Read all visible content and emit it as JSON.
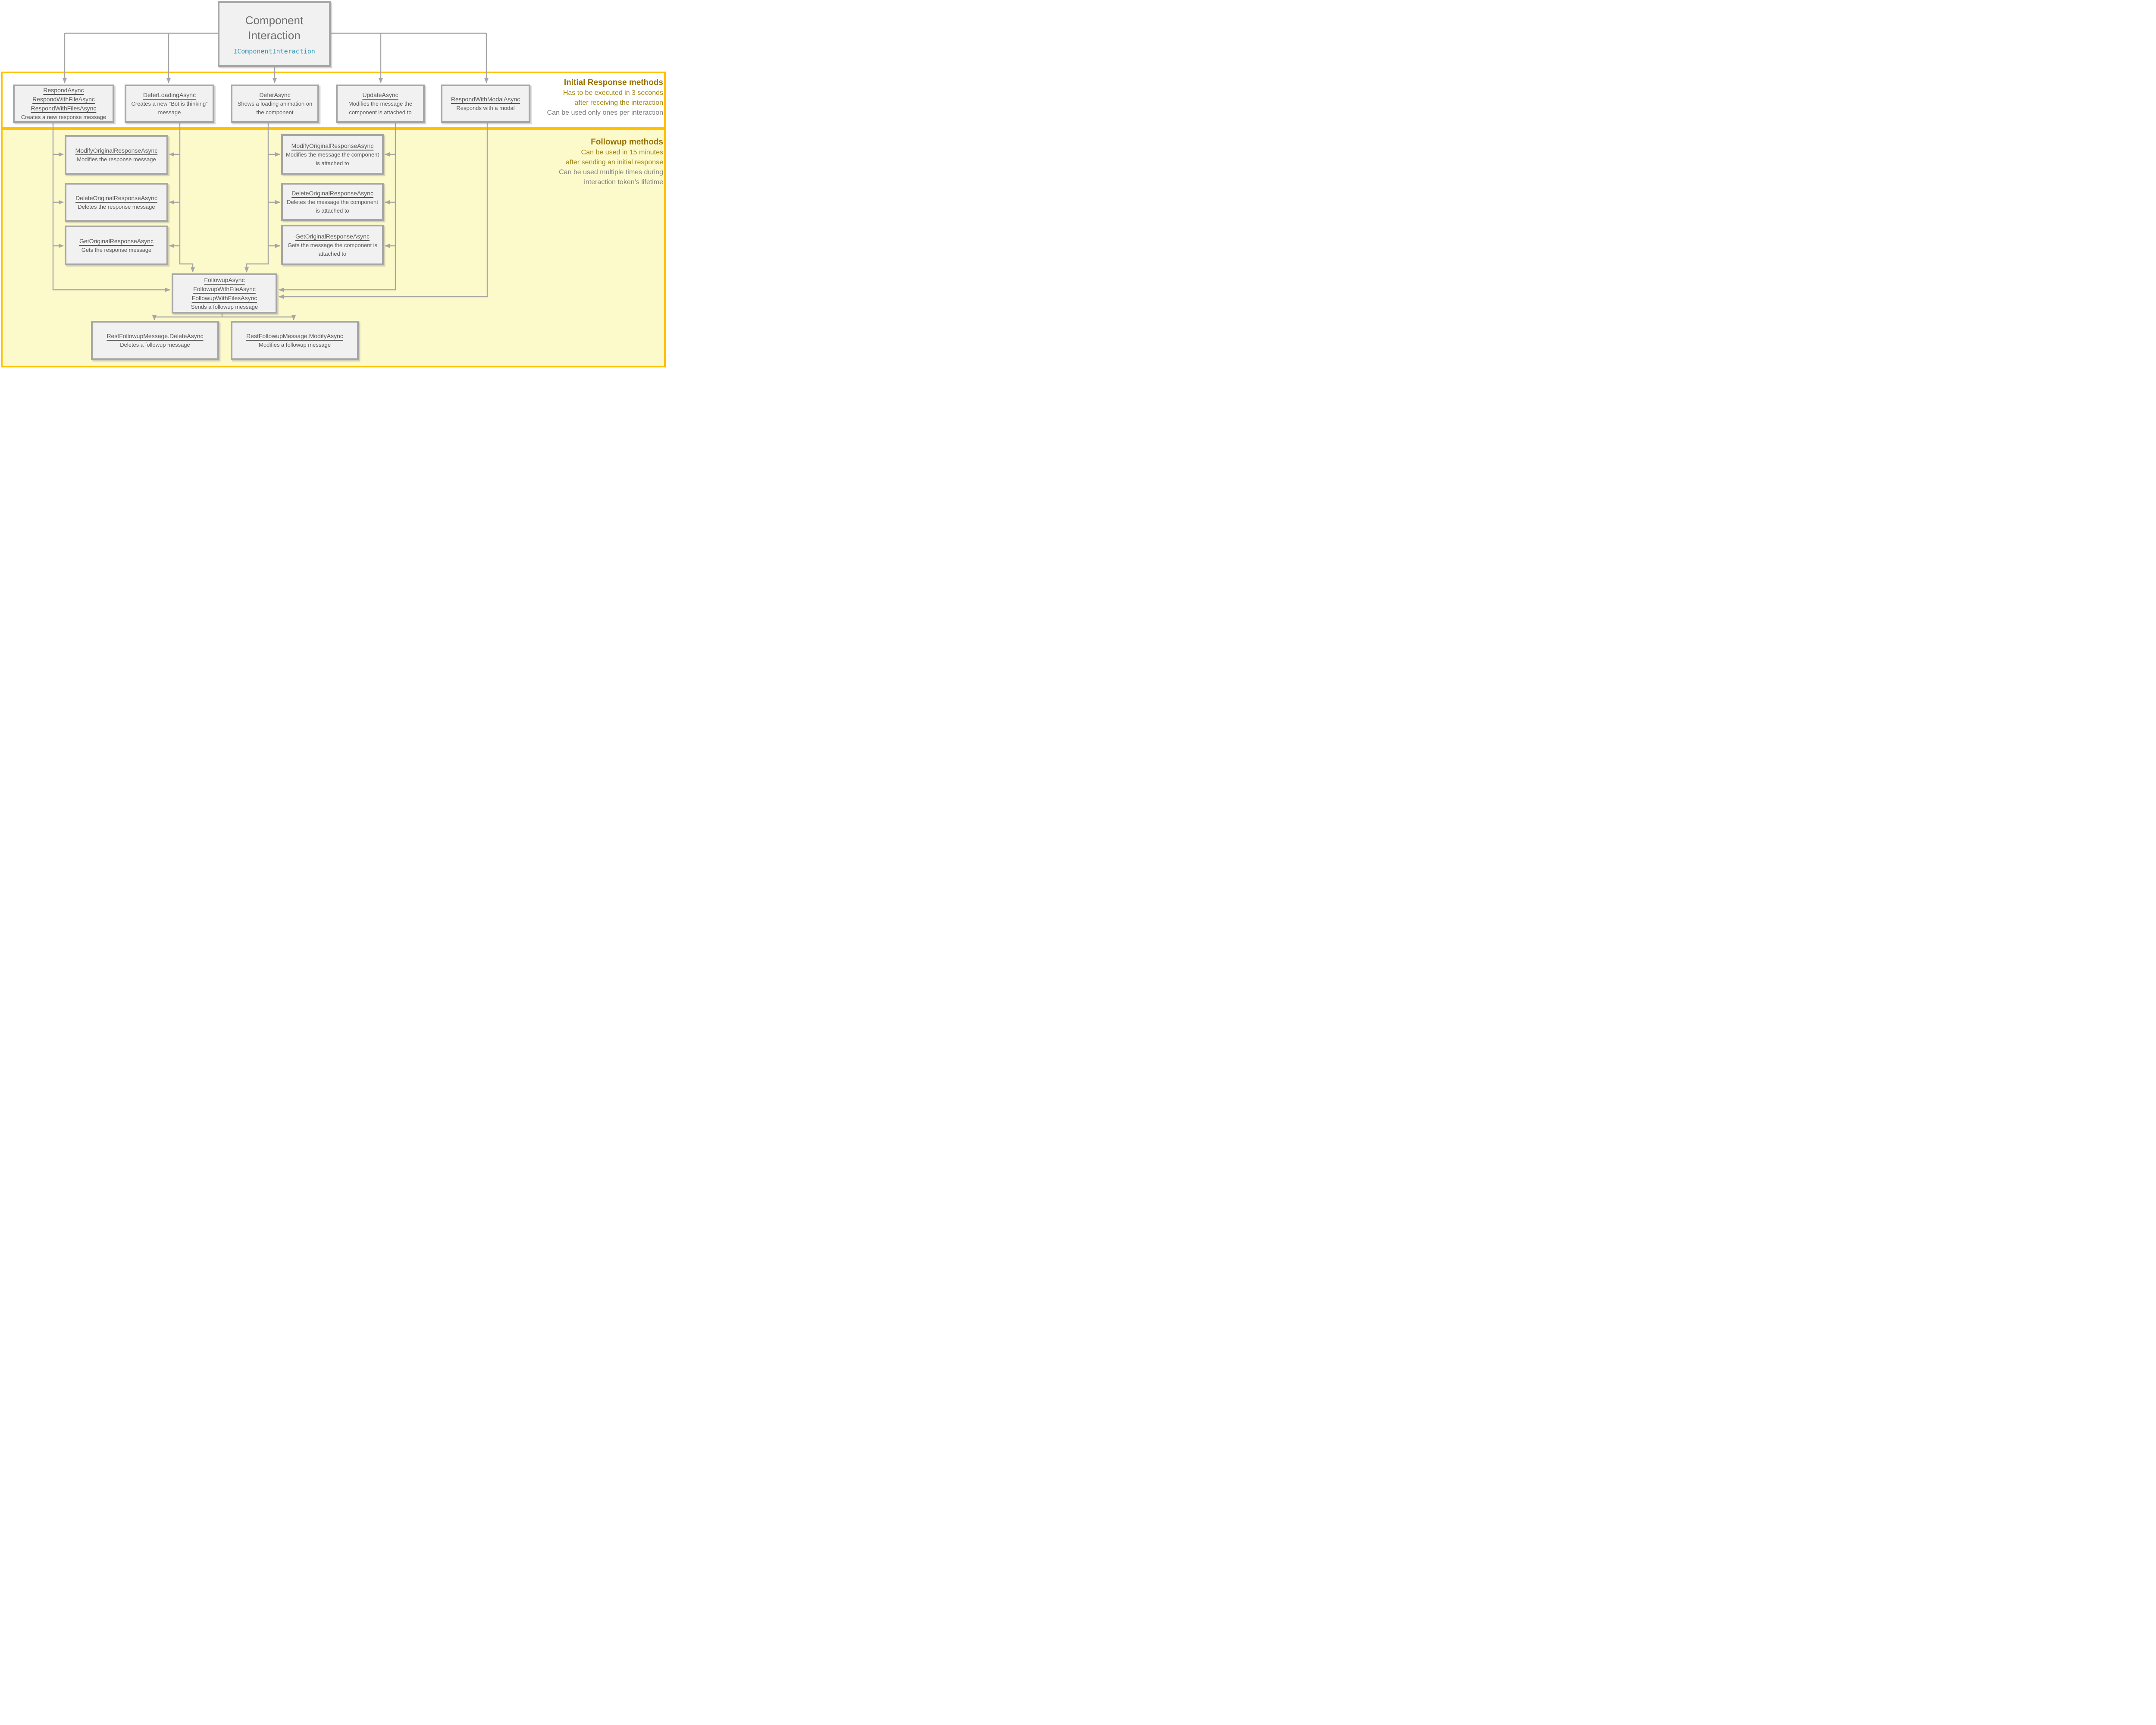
{
  "colors": {
    "gold_border": "#FFC000",
    "followup_bg": "#FCF9CB",
    "node_bg": "#F1F1F1",
    "node_border": "#A6A6A6",
    "connector": "#A6A6A6",
    "text_gray": "#595959",
    "title_gold": "#9A7200",
    "note_gold": "#A6850F",
    "note_gray": "#808080",
    "interface_teal": "#2B97B8"
  },
  "root_box": {
    "title_line1": "Component",
    "title_line2": "Interaction",
    "interface": "IComponentInteraction"
  },
  "sections": {
    "initial": {
      "title": "Initial Response methods",
      "gold_note_line1": "Has to be executed in 3 seconds",
      "gold_note_line2": "after receiving the interaction",
      "gray_note_line1": "Can be used only ones per interaction"
    },
    "followup": {
      "title": "Followup methods",
      "gold_note_line1": "Can be used in 15 minutes",
      "gold_note_line2": "after sending an initial response",
      "gray_note_line1": "Can be used multiple times during",
      "gray_note_line2": "interaction token’s lifetime"
    }
  },
  "initial_boxes": [
    {
      "methods": [
        "RespondAsync",
        "RespondWithFileAsync",
        "RespondWithFilesAsync"
      ],
      "description": "Creates a new response message"
    },
    {
      "methods": [
        "DeferLoadingAsync"
      ],
      "description": "Creates a new “Bot is thinking” message"
    },
    {
      "methods": [
        "DeferAsync"
      ],
      "description": "Shows a loading animation on the component"
    },
    {
      "methods": [
        "UpdateAsync"
      ],
      "description": "Modifies the message the component is attached to"
    },
    {
      "methods": [
        "RespondWithModalAsync"
      ],
      "description": "Responds with a modal"
    }
  ],
  "left_column": [
    {
      "methods": [
        "ModifyOriginalResponseAsync"
      ],
      "description": "Modifies the response message"
    },
    {
      "methods": [
        "DeleteOriginalResponseAsync"
      ],
      "description": "Deletes the response message"
    },
    {
      "methods": [
        "GetOriginalResponseAsync"
      ],
      "description": "Gets the response message"
    }
  ],
  "middle_column": [
    {
      "methods": [
        "ModifyOriginalResponseAsync"
      ],
      "description": "Modifies the message the component is attached to"
    },
    {
      "methods": [
        "DeleteOriginalResponseAsync"
      ],
      "description": "Deletes the message the component is attached to"
    },
    {
      "methods": [
        "GetOriginalResponseAsync"
      ],
      "description": "Gets  the message the component is attached to"
    }
  ],
  "followup_box": {
    "methods": [
      "FollowupAsync",
      "FollowupWithFileAsync",
      "FollowupWithFilesAsync"
    ],
    "description": "Sends a followup message"
  },
  "rest_boxes": [
    {
      "methods": [
        "RestFollowupMessage.DeleteAsync"
      ],
      "description": "Deletes a followup message"
    },
    {
      "methods": [
        "RestFollowupMessage.ModifyAsync"
      ],
      "description": "Modifies a followup message"
    }
  ]
}
